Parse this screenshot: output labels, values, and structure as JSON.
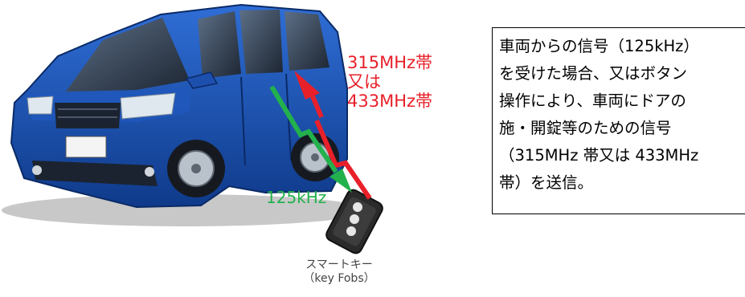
{
  "signals": {
    "uhf_band": [
      "315MHz帯",
      "又は",
      "433MHz帯"
    ],
    "lf_band": "125kHz",
    "uhf_color": "#e8202a",
    "lf_color": "#22b14c"
  },
  "key_fob": {
    "caption_ja": "スマートキー",
    "caption_en": "（key Fobs）"
  },
  "description": {
    "lines": [
      "車両からの信号（125kHz）",
      "を受けた場合、又はボタン",
      "操作により、車両にドアの",
      "施・開錠等のための信号",
      "（315MHz 帯又は 433MHz",
      "帯）を送信。"
    ]
  }
}
